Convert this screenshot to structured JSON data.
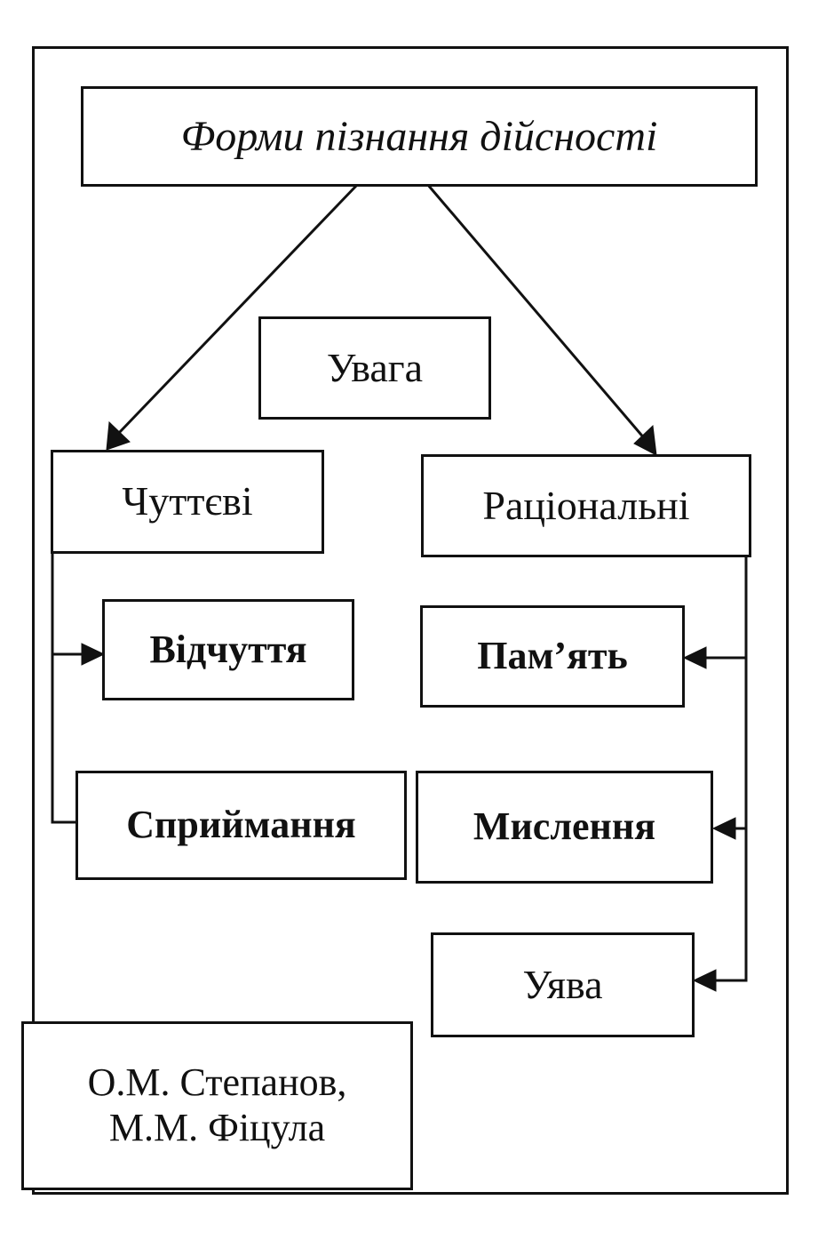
{
  "diagram": {
    "title": "Форми пізнання дійсності",
    "attention": "Увага",
    "sensory": {
      "label": "Чуттєві",
      "children": [
        "Відчуття",
        "Сприймання"
      ]
    },
    "rational": {
      "label": "Раціональні",
      "children": [
        "Пам’ять",
        "Мислення",
        "Уява"
      ]
    },
    "authors": [
      "О.М. Степанов,",
      "М.М. Фіцула"
    ]
  }
}
